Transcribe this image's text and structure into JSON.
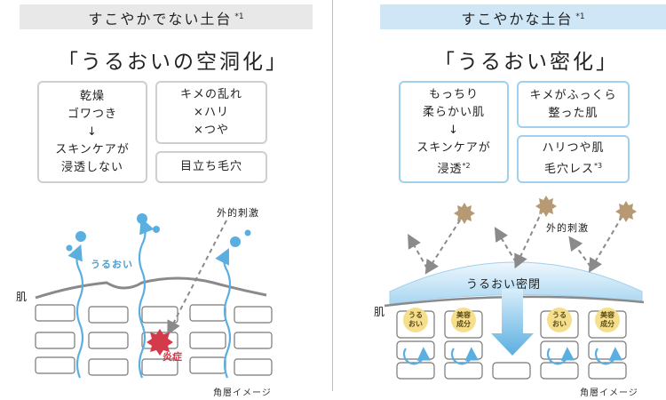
{
  "left": {
    "banner": {
      "text": "すこやかでない土台",
      "note": "*1"
    },
    "heading": "「うるおいの空洞化」",
    "boxes": {
      "box1": {
        "line1": "乾燥",
        "line2": "ゴワつき",
        "arrow": "↓",
        "line3": "スキンケアが",
        "line4": "浸透しない"
      },
      "box2": {
        "line1": "キメの乱れ",
        "line2": "×ハリ",
        "line3": "×つや"
      },
      "box3": {
        "line1": "目立ち毛穴"
      }
    },
    "illustration": {
      "skin_label": "肌",
      "external_label": "外的刺激",
      "moisture_label": "うるおい",
      "inflammation_label": "炎症",
      "caption": "角層イメージ"
    }
  },
  "right": {
    "banner": {
      "text": "すこやかな土台",
      "note": "*1"
    },
    "heading": "「うるおい密化」",
    "boxes": {
      "box1": {
        "line1": "もっちり",
        "line2": "柔らかい肌",
        "arrow": "↓",
        "line3": "スキンケアが",
        "line4": "浸透",
        "note": "*2"
      },
      "box2": {
        "line1": "キメがふっくら",
        "line2": "整った肌"
      },
      "box3": {
        "line1": "ハリつや肌",
        "line2": "毛穴レス",
        "note": "*3"
      }
    },
    "illustration": {
      "skin_label": "肌",
      "external_label": "外的刺激",
      "seal_label": "うるおい密閉",
      "badges": [
        {
          "line1": "うる",
          "line2": "おい"
        },
        {
          "line1": "美容",
          "line2": "成分"
        },
        {
          "line1": "うる",
          "line2": "おい"
        },
        {
          "line1": "美容",
          "line2": "成分"
        }
      ],
      "caption": "角層イメージ"
    }
  },
  "colors": {
    "left_banner_bg": "#e8e8e8",
    "right_banner_bg": "#cfe6f7",
    "moisture_blue": "#5aaee0",
    "inflammation_red": "#d33a4a",
    "box_border_left": "#cfcfcf",
    "box_border_right": "#9fd0ee"
  }
}
